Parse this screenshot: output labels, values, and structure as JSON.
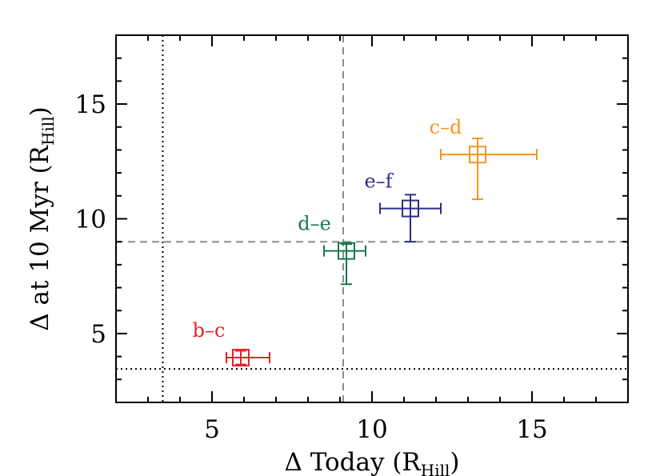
{
  "chart_data": {
    "type": "scatter",
    "xlabel": {
      "prefix": "Δ  Today (R",
      "sub": "Hill",
      "suffix": ")"
    },
    "ylabel": {
      "prefix": "Δ at 10 Myr (R",
      "sub": "Hill",
      "suffix": ")"
    },
    "xlim": [
      2,
      18
    ],
    "ylim": [
      2,
      18
    ],
    "x_ticks": [
      5,
      10,
      15
    ],
    "y_ticks": [
      5,
      10,
      15
    ],
    "x_minor_ticks": [
      3,
      4,
      6,
      7,
      8,
      9,
      11,
      12,
      13,
      14,
      16,
      17
    ],
    "y_minor_ticks": [
      3,
      4,
      6,
      7,
      8,
      9,
      11,
      12,
      13,
      14,
      16,
      17
    ],
    "reference_lines": [
      {
        "orientation": "vertical",
        "value": 3.46,
        "style": "dotted",
        "color": "#000000"
      },
      {
        "orientation": "horizontal",
        "value": 3.46,
        "style": "dotted",
        "color": "#000000"
      },
      {
        "orientation": "vertical",
        "value": 9.1,
        "style": "dashed",
        "color": "#8c8c8c"
      },
      {
        "orientation": "horizontal",
        "value": 9.0,
        "style": "dashed",
        "color": "#8c8c8c"
      }
    ],
    "points": [
      {
        "label": "b–c",
        "x": 5.9,
        "y": 3.95,
        "x_err": [
          0.45,
          0.9
        ],
        "y_err": [
          0.3,
          0.3
        ],
        "color": "#e8202a"
      },
      {
        "label": "d–e",
        "x": 9.2,
        "y": 8.6,
        "x_err": [
          0.7,
          0.6
        ],
        "y_err": [
          1.45,
          0.3
        ],
        "color": "#167a4a"
      },
      {
        "label": "e–f",
        "x": 11.2,
        "y": 10.45,
        "x_err": [
          0.95,
          0.95
        ],
        "y_err": [
          1.45,
          0.6
        ],
        "color": "#2e2e8c"
      },
      {
        "label": "c–d",
        "x": 13.3,
        "y": 12.8,
        "x_err": [
          1.15,
          1.85
        ],
        "y_err": [
          1.95,
          0.7
        ],
        "color": "#f4961e"
      }
    ]
  }
}
